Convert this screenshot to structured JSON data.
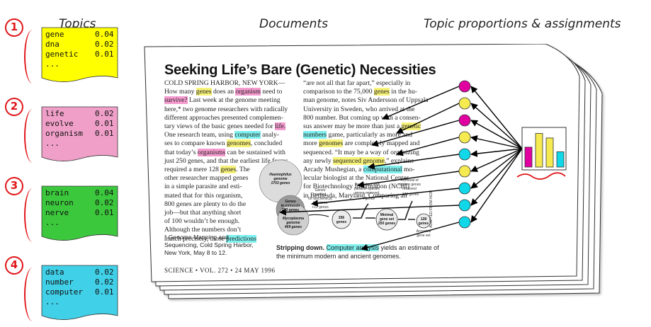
{
  "headers": {
    "topics": "Topics",
    "documents": "Documents",
    "proportions": "Topic proportions & assignments"
  },
  "topics": [
    {
      "number": "1",
      "color": "#ffff00",
      "words": [
        [
          "gene",
          "0.04"
        ],
        [
          "dna",
          "0.02"
        ],
        [
          "genetic",
          "0.01"
        ]
      ],
      "more": "..."
    },
    {
      "number": "2",
      "color": "#f0a0c8",
      "words": [
        [
          "life",
          "0.02"
        ],
        [
          "evolve",
          "0.01"
        ],
        [
          "organism",
          "0.01"
        ]
      ],
      "more": "..."
    },
    {
      "number": "3",
      "color": "#3cc83c",
      "words": [
        [
          "brain",
          "0.04"
        ],
        [
          "neuron",
          "0.02"
        ],
        [
          "nerve",
          "0.01"
        ]
      ],
      "more": "..."
    },
    {
      "number": "4",
      "color": "#40d0e8",
      "words": [
        [
          "data",
          "0.02"
        ],
        [
          "number",
          "0.02"
        ],
        [
          "computer",
          "0.01"
        ]
      ],
      "more": "..."
    }
  ],
  "article": {
    "headline": "Seeking Life’s Bare (Genetic) Necessities",
    "left_column": [
      [
        [
          "n",
          "COLD SPRING HARBOR, NEW YORK—"
        ]
      ],
      [
        [
          "n",
          "How many "
        ],
        [
          "y",
          "genes"
        ],
        [
          "n",
          " does an "
        ],
        [
          "p",
          "organism"
        ],
        [
          "n",
          " need to"
        ]
      ],
      [
        [
          "p",
          "survive?"
        ],
        [
          "n",
          " Last week at the genome meeting"
        ]
      ],
      [
        [
          "n",
          "here,* two genome researchers with radically"
        ]
      ],
      [
        [
          "n",
          "different approaches presented complemen-"
        ]
      ],
      [
        [
          "n",
          "tary views of the basic genes needed for "
        ],
        [
          "p",
          "life."
        ]
      ],
      [
        [
          "n",
          "One research team, using "
        ],
        [
          "c",
          "computer"
        ],
        [
          "n",
          " analy-"
        ]
      ],
      [
        [
          "n",
          "ses to compare known "
        ],
        [
          "y",
          "genomes"
        ],
        [
          "n",
          ", concluded"
        ]
      ],
      [
        [
          "n",
          "that today’s "
        ],
        [
          "p",
          "organisms"
        ],
        [
          "n",
          " can be sustained with"
        ]
      ],
      [
        [
          "n",
          "just 250 genes, and that the earliest life forms"
        ]
      ],
      [
        [
          "n",
          "required a mere 128 "
        ],
        [
          "y",
          "genes"
        ],
        [
          "n",
          ". The"
        ]
      ],
      [
        [
          "n",
          "other researcher mapped genes"
        ]
      ],
      [
        [
          "n",
          "in a simple parasite and esti-"
        ]
      ],
      [
        [
          "n",
          "mated that for this organism,"
        ]
      ],
      [
        [
          "n",
          "800 genes are plenty to do the"
        ]
      ],
      [
        [
          "n",
          "job—but that anything short"
        ]
      ],
      [
        [
          "n",
          "of 100 wouldn’t be enough."
        ]
      ],
      [
        [
          "n",
          "    Although the numbers don’t"
        ]
      ],
      [
        [
          "n",
          "match precisely, those "
        ],
        [
          "c",
          "predictions"
        ]
      ]
    ],
    "right_column": [
      [
        [
          "n",
          "“are not all that far apart,” especially in"
        ]
      ],
      [
        [
          "n",
          "comparison to the 75,000 "
        ],
        [
          "y",
          "genes"
        ],
        [
          "n",
          " in the hu-"
        ]
      ],
      [
        [
          "n",
          "man genome, notes Siv Andersson of Uppsala"
        ]
      ],
      [
        [
          "n",
          "University in Sweden, who arrived at the"
        ]
      ],
      [
        [
          "n",
          "800 number. But coming up with a consen-"
        ]
      ],
      [
        [
          "n",
          "sus answer may be more than just a "
        ],
        [
          "y",
          "genetic"
        ]
      ],
      [
        [
          "c",
          "numbers"
        ],
        [
          "n",
          " game, particularly as more and"
        ]
      ],
      [
        [
          "n",
          "more "
        ],
        [
          "y",
          "genomes"
        ],
        [
          "n",
          " are completely mapped and"
        ]
      ],
      [
        [
          "n",
          "sequenced. “It may be a way of organizing"
        ]
      ],
      [
        [
          "n",
          "any newly "
        ],
        [
          "y",
          "sequenced genome"
        ],
        [
          "n",
          ",” explains"
        ]
      ],
      [
        [
          "n",
          "    Arcady Mushegian, a "
        ],
        [
          "c",
          "computational"
        ],
        [
          "n",
          " mo-"
        ]
      ],
      [
        [
          "n",
          "lecular biologist at the National Center"
        ]
      ],
      [
        [
          "n",
          "for Biotechnology Information (NCBI)"
        ]
      ],
      [
        [
          "n",
          "in Bethesda, Maryland. Comparing an"
        ]
      ]
    ],
    "footnote": "* Genome Mapping and Sequencing, Cold Spring Harbor, New York, May 8 to 12.",
    "caption_bold": "Stripping down.",
    "caption_highlight": "Computer analysis",
    "caption_rest": " yields an estimate of the minimum modern and ancient genomes.",
    "credit": "SCIENCE • VOL. 272 • 24 MAY 1996",
    "figure": {
      "haemophilus": [
        "Haemophilus",
        "genome",
        "1703 genes"
      ],
      "common": [
        "Genes",
        "in common",
        "233 genes"
      ],
      "mycoplasma": [
        "Mycoplasma",
        "genome",
        "469 genes"
      ],
      "needed": [
        "Genes",
        "needed",
        "for biochemical",
        "functions",
        "+22 genes"
      ],
      "redundant": [
        "Redundant and",
        "parasite-specific",
        "genes removed",
        "− 4 genes"
      ],
      "ancient_removed": [
        "Removal of",
        "modern genes",
        "removed",
        "−122 genes"
      ],
      "g256": [
        "256",
        "genes"
      ],
      "minimal": [
        "Minimal",
        "gene set",
        "250 genes"
      ],
      "g128": [
        "128",
        "genes"
      ],
      "ancestral": [
        "Ancestral",
        "gene set"
      ],
      "adapted": "ADAPTED FROM NCBI"
    }
  },
  "assignments": [
    "#e000a0",
    "#f5ea50",
    "#e000a0",
    "#f5ea50",
    "#10d8e8",
    "#f5ea50",
    "#10d8e8",
    "#10d8e8",
    "#10d8e8"
  ],
  "chart_data": {
    "type": "bar",
    "categories": [
      "1",
      "2",
      "3",
      "4"
    ],
    "values": [
      0.26,
      0.44,
      0.38,
      0.2
    ],
    "colors": [
      "#e000a0",
      "#f5ea50",
      "#f5ea50",
      "#10d8e8"
    ]
  }
}
